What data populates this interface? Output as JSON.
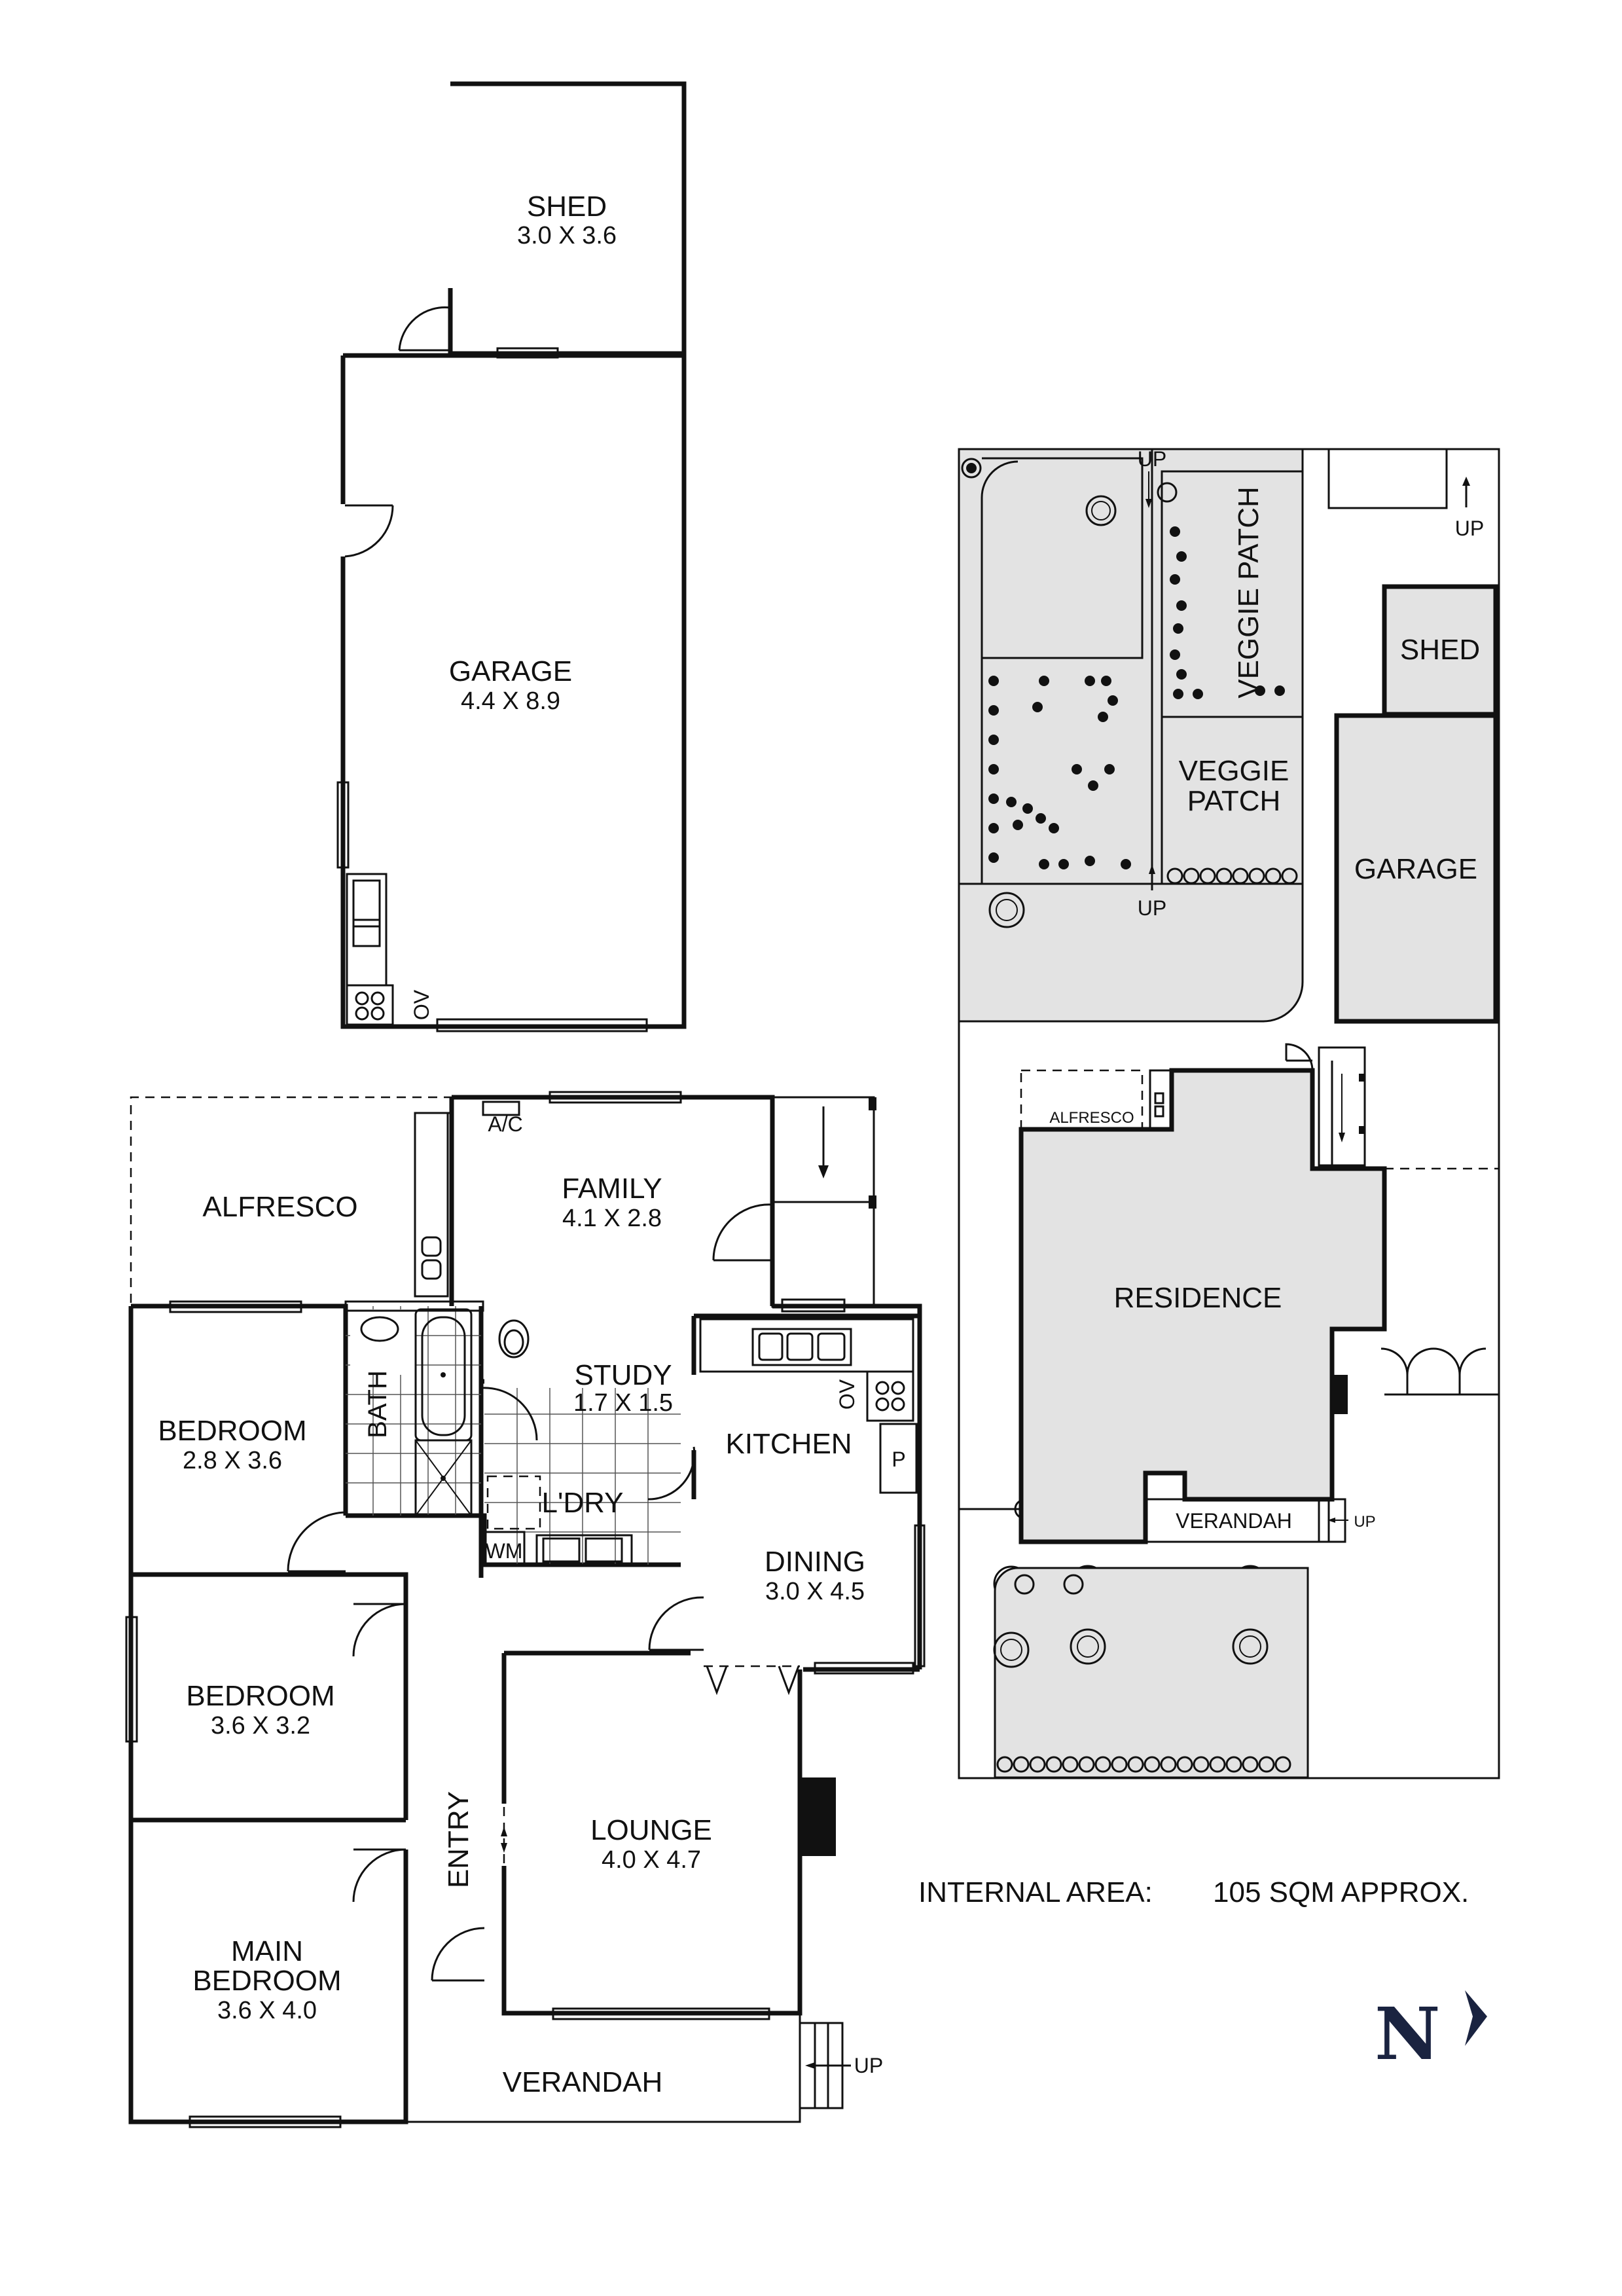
{
  "floor_plan": {
    "rooms": {
      "shed": {
        "name": "SHED",
        "dims": "3.0 X 3.6"
      },
      "garage": {
        "name": "GARAGE",
        "dims": "4.4 X 8.9"
      },
      "alfresco": {
        "name": "ALFRESCO"
      },
      "family": {
        "name": "FAMILY",
        "dims": "4.1 X 2.8"
      },
      "ac": {
        "name": "A/C"
      },
      "study": {
        "name": "STUDY",
        "dims": "1.7 X 1.5"
      },
      "kitchen": {
        "name": "KITCHEN"
      },
      "bath": {
        "name": "BATH"
      },
      "laundry": {
        "name": "L'DRY"
      },
      "wm": {
        "name": "WM"
      },
      "pantry": {
        "name": "P"
      },
      "oven": {
        "name": "OV"
      },
      "dining": {
        "name": "DINING",
        "dims": "3.0 X 4.5"
      },
      "bedroom1": {
        "name": "BEDROOM",
        "dims": "2.8 X 3.6"
      },
      "bedroom2": {
        "name": "BEDROOM",
        "dims": "3.6 X 3.2"
      },
      "entry": {
        "name": "ENTRY"
      },
      "lounge": {
        "name": "LOUNGE",
        "dims": "4.0 X 4.7"
      },
      "main_bedroom": {
        "name_line1": "MAIN",
        "name_line2": "BEDROOM",
        "dims": "3.6 X 4.0"
      },
      "verandah": {
        "name": "VERANDAH"
      },
      "up": "UP"
    }
  },
  "site_plan": {
    "labels": {
      "veggie_patch_1": "VEGGIE PATCH",
      "veggie_patch_2_line1": "VEGGIE",
      "veggie_patch_2_line2": "PATCH",
      "shed": "SHED",
      "garage": "GARAGE",
      "alfresco": "ALFRESCO",
      "residence": "RESIDENCE",
      "verandah": "VERANDAH",
      "up": "UP"
    }
  },
  "internal_area": {
    "label": "INTERNAL AREA:",
    "value": "105 SQM APPROX."
  },
  "north": {
    "letter": "N",
    "icon": "north-arrow-icon"
  }
}
